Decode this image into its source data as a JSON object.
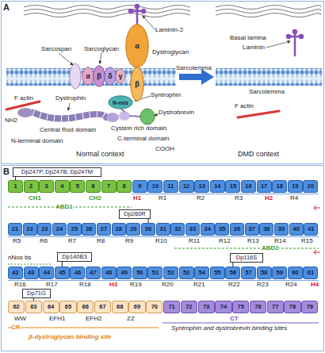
{
  "diagram": {
    "nodes": [
      {
        "text": [
          "α"
        ]
      },
      {
        "text": [
          "β"
        ]
      },
      {
        "text": [
          "α"
        ]
      },
      {
        "text": [
          "β"
        ]
      },
      {
        "text": [
          "δ"
        ]
      },
      {
        "text": [
          "γ"
        ]
      },
      {
        "text": [
          "N-nos"
        ]
      },
      {
        "text": [
          "Dp247P, Dp247B, Dp247M"
        ]
      },
      {
        "text": [
          "1"
        ]
      },
      {
        "text": [
          "2"
        ]
      },
      {
        "text": [
          "3"
        ]
      },
      {
        "text": [
          "4"
        ]
      },
      {
        "text": [
          "5"
        ]
      },
      {
        "text": [
          "6"
        ]
      },
      {
        "text": [
          "7"
        ]
      },
      {
        "text": [
          "8"
        ]
      },
      {
        "text": [
          "9"
        ]
      },
      {
        "text": [
          "10"
        ]
      },
      {
        "text": [
          "11"
        ]
      },
      {
        "text": [
          "12"
        ]
      },
      {
        "text": [
          "13"
        ]
      },
      {
        "text": [
          "14"
        ]
      },
      {
        "text": [
          "15"
        ]
      },
      {
        "text": [
          "16"
        ]
      },
      {
        "text": [
          "17"
        ]
      },
      {
        "text": [
          "18"
        ]
      },
      {
        "text": [
          "19"
        ]
      },
      {
        "text": [
          "20"
        ]
      },
      {
        "text": [
          "Dp260R"
        ]
      },
      {
        "text": [
          "21"
        ]
      },
      {
        "text": [
          "22"
        ]
      },
      {
        "text": [
          "23"
        ]
      },
      {
        "text": [
          "24"
        ]
      },
      {
        "text": [
          "25"
        ]
      },
      {
        "text": [
          "26"
        ]
      },
      {
        "text": [
          "27"
        ]
      },
      {
        "text": [
          "28"
        ]
      },
      {
        "text": [
          "29"
        ]
      },
      {
        "text": [
          "30"
        ]
      },
      {
        "text": [
          "31"
        ]
      },
      {
        "text": [
          "32"
        ]
      },
      {
        "text": [
          "33"
        ]
      },
      {
        "text": [
          "34"
        ]
      },
      {
        "text": [
          "35"
        ]
      },
      {
        "text": [
          "36"
        ]
      },
      {
        "text": [
          "37"
        ]
      },
      {
        "text": [
          "38"
        ]
      },
      {
        "text": [
          "39"
        ]
      },
      {
        "text": [
          "40"
        ]
      },
      {
        "text": [
          "41"
        ]
      },
      {
        "text": [
          "Dp140B3"
        ]
      },
      {
        "text": [
          "Dp116S"
        ]
      },
      {
        "text": [
          "42"
        ]
      },
      {
        "text": [
          "43"
        ]
      },
      {
        "text": [
          "44"
        ]
      },
      {
        "text": [
          "45"
        ]
      },
      {
        "text": [
          "46"
        ]
      },
      {
        "text": [
          "47"
        ]
      },
      {
        "text": [
          "48"
        ]
      },
      {
        "text": [
          "49"
        ]
      },
      {
        "text": [
          "50"
        ]
      },
      {
        "text": [
          "51"
        ]
      },
      {
        "text": [
          "52"
        ]
      },
      {
        "text": [
          "53"
        ]
      },
      {
        "text": [
          "54"
        ]
      },
      {
        "text": [
          "55"
        ]
      },
      {
        "text": [
          "56"
        ]
      },
      {
        "text": [
          "57"
        ]
      },
      {
        "text": [
          "58"
        ]
      },
      {
        "text": [
          "59"
        ]
      },
      {
        "text": [
          "60"
        ]
      },
      {
        "text": [
          "61"
        ]
      },
      {
        "text": [
          "Dp71G"
        ]
      },
      {
        "text": [
          "62"
        ]
      },
      {
        "text": [
          "63"
        ]
      },
      {
        "text": [
          "64"
        ]
      },
      {
        "text": [
          "65"
        ]
      },
      {
        "text": [
          "66"
        ]
      },
      {
        "text": [
          "67"
        ]
      },
      {
        "text": [
          "68"
        ]
      },
      {
        "text": [
          "69"
        ]
      },
      {
        "text": [
          "70"
        ]
      },
      {
        "text": [
          "71"
        ]
      },
      {
        "text": [
          "72"
        ]
      },
      {
        "text": [
          "73"
        ]
      },
      {
        "text": [
          "74"
        ]
      },
      {
        "text": [
          "75"
        ]
      },
      {
        "text": [
          "76"
        ]
      },
      {
        "text": [
          "77"
        ]
      },
      {
        "text": [
          "78"
        ]
      },
      {
        "text": [
          "79"
        ]
      }
    ],
    "edges": [
      {
        "from": 7,
        "to": 8,
        "arrow": "none"
      },
      {
        "from": 28,
        "to": 38,
        "arrow": "none"
      },
      {
        "from": 50,
        "to": 55,
        "arrow": "none"
      },
      {
        "from": 51,
        "to": 66,
        "arrow": "none"
      },
      {
        "from": 72,
        "to": 74,
        "arrow": "none"
      }
    ],
    "labels": [
      "A",
      "Laminin-2",
      "Sarcospan",
      "Sarcoglycan",
      "Dystroglycan",
      "Sarcolemma",
      "F actin",
      "NH2",
      "Dystrophin",
      "Cystein rich domain",
      "Syntrophin",
      "Dystrobrevin",
      "Central Rod domain",
      "N-terminal domain",
      "C-terminal domain",
      "COOH",
      "Normal context",
      "Basal lamina",
      "Laminin",
      "Sarcolemma",
      "F actin",
      "DMD context",
      "B",
      "CH1",
      "CH2",
      "H1",
      "R1",
      "R2",
      "R3",
      "H2",
      "R4",
      "ABD1",
      "R5",
      "R6",
      "R7",
      "R8",
      "R9",
      "R10",
      "R11",
      "R12",
      "R13",
      "R14",
      "R15",
      "ABD2",
      "nNos bs",
      "R16",
      "R17",
      "R18",
      "H3",
      "R19",
      "R20",
      "R21",
      "R22",
      "R23",
      "R24",
      "H4",
      "WW",
      "EFH1",
      "EFH2",
      "ZZ",
      "CT",
      "CR",
      "β-dystroglycan binding site",
      "Syntrophin and dystrobrevin binding sites"
    ]
  }
}
